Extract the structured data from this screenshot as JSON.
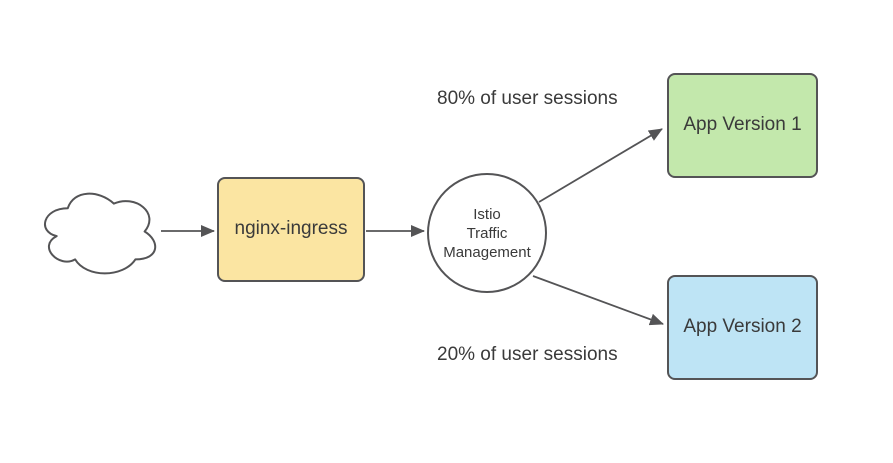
{
  "diagram": {
    "title": "istio traffic management diagram",
    "colors": {
      "background": "#ffffff",
      "stroke": "#545456",
      "text": "#3a3a3a",
      "ingress_fill": "#fbe5a2",
      "app1_fill": "#c3e8ac",
      "app2_fill": "#bee4f5",
      "istio_fill": "#ffffff"
    },
    "nodes": {
      "cloud": {
        "shape": "cloud",
        "label": ""
      },
      "ingress": {
        "shape": "rounded-rectangle",
        "label": "nginx-ingress"
      },
      "istio": {
        "shape": "circle",
        "label": "Istio\nTraffic\nManagement"
      },
      "app1": {
        "shape": "rounded-rectangle",
        "label": "App Version 1"
      },
      "app2": {
        "shape": "rounded-rectangle",
        "label": "App Version 2"
      }
    },
    "edges": {
      "cloud_to_ingress": {
        "from": "cloud",
        "to": "ingress",
        "label": ""
      },
      "ingress_to_istio": {
        "from": "ingress",
        "to": "istio",
        "label": ""
      },
      "istio_to_app1": {
        "from": "istio",
        "to": "app1",
        "label": "80% of user sessions"
      },
      "istio_to_app2": {
        "from": "istio",
        "to": "app2",
        "label": "20% of user sessions"
      }
    }
  }
}
